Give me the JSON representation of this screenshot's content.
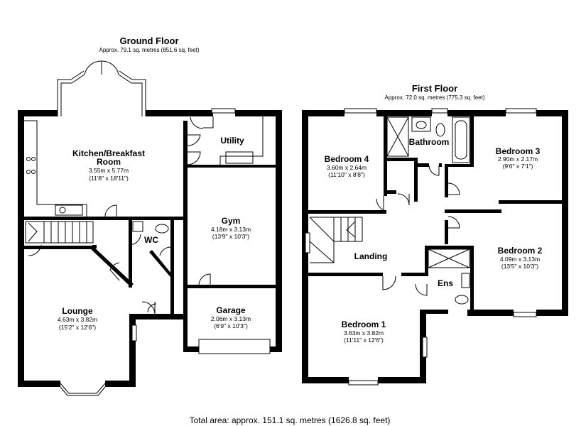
{
  "ground_floor": {
    "title": "Ground Floor",
    "area": "Approx. 79.1 sq. metres (851.6 sq. feet)",
    "rooms": {
      "kitchen": {
        "name_line1": "Kitchen/Breakfast",
        "name_line2": "Room",
        "metric": "3.55m x 5.77m",
        "imperial": "(11'8\" x 18'11\")"
      },
      "utility": {
        "name": "Utility"
      },
      "gym": {
        "name": "Gym",
        "metric": "4.18m x 3.13m",
        "imperial": "(13'9\" x 10'3\")"
      },
      "wc": {
        "name": "WC"
      },
      "lounge": {
        "name": "Lounge",
        "metric": "4.63m x 3.82m",
        "imperial": "(15'2\" x 12'6\")"
      },
      "garage": {
        "name": "Garage",
        "metric": "2.06m x 3.13m",
        "imperial": "(6'9\" x 10'3\")"
      }
    }
  },
  "first_floor": {
    "title": "First Floor",
    "area": "Approx. 72.0 sq. metres (775.3 sq. feet)",
    "rooms": {
      "bedroom4": {
        "name": "Bedroom 4",
        "metric": "3.60m x 2.64m",
        "imperial": "(11'10\" x 8'8\")"
      },
      "bathroom": {
        "name": "Bathroom"
      },
      "bedroom3": {
        "name": "Bedroom 3",
        "metric": "2.90m x 2.17m",
        "imperial": "(9'6\" x 7'1\")"
      },
      "landing": {
        "name": "Landing"
      },
      "bedroom2": {
        "name": "Bedroom 2",
        "metric": "4.09m x 3.13m",
        "imperial": "(13'5\" x 10'3\")"
      },
      "ensuite": {
        "name": "Ens"
      },
      "bedroom1": {
        "name": "Bedroom 1",
        "metric": "3.63m x 3.82m",
        "imperial": "(11'11\" x 12'6\")"
      }
    }
  },
  "total_area": "Total area: approx. 151.1 sq. metres (1626.8 sq. feet)"
}
